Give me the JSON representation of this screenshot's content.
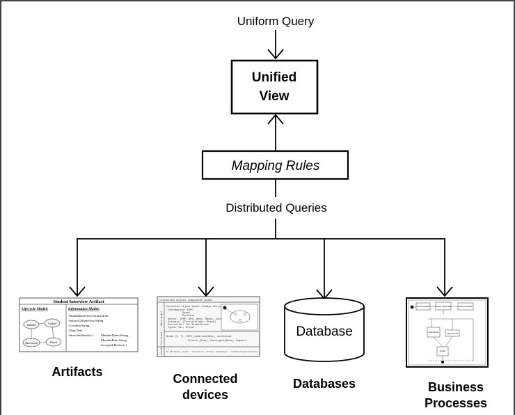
{
  "top_label": "Uniform Query",
  "unified_view": {
    "line1": "Unified",
    "line2": "View"
  },
  "mapping_rules": "Mapping Rules",
  "distributed_label": "Distributed Queries",
  "sources": {
    "artifacts": {
      "label": "Artifacts",
      "thumb": {
        "title": "Student Interview Artifact",
        "lifecycle_heading": "Lifecycle Model:",
        "info_heading": "Information Model:",
        "states": [
          "Initiated",
          "Created",
          "Interviewed",
          "Posted"
        ],
        "fields": [
          "-StudentInterviewArtifactId:int",
          "-SubjectOfInterview:String",
          "-Location:String",
          "-Date:Date",
          "-InterviewResults:{",
          "MemberName:String,",
          "MemberRole:String,",
          "Accepted:Boolean }"
        ]
      }
    },
    "devices": {
      "label_line1": "Connected",
      "label_line2": "devices",
      "thumb": {
        "title": "Connected object component model",
        "side_labels": [
          "data model",
          "functions",
          "events"
        ],
        "code_lines": [
          "Connected object model: Always Online",
          "Information: EXPO",
          "Speed",
          "Position",
          "Sensor: TEMP, GPS, Beep, Radio, Controller",
          "Actuator: [ThrottleLight, Break]",
          "Controller: Car Brake/Driver",
          "Types: Car, Driver"
        ],
        "func_lines": [
          "Break (S, T): VSFS_Condition(Data), Accelerate",
          "Stretch (Data), Meaningful(Data), Request"
        ],
        "event_line": "S: GP Data, start : Accept(T), Broken (Code(S)) : condition(accelerate)"
      }
    },
    "databases": {
      "label": "Databases",
      "cylinder_label": "Database"
    },
    "business": {
      "label_line1": "Business",
      "label_line2": "Processes",
      "thumb": {
        "box_labels": [
          "Receive Request",
          "Review Application",
          "Check Documents",
          "Create Report",
          "Approval Task",
          "Submit"
        ]
      }
    }
  }
}
